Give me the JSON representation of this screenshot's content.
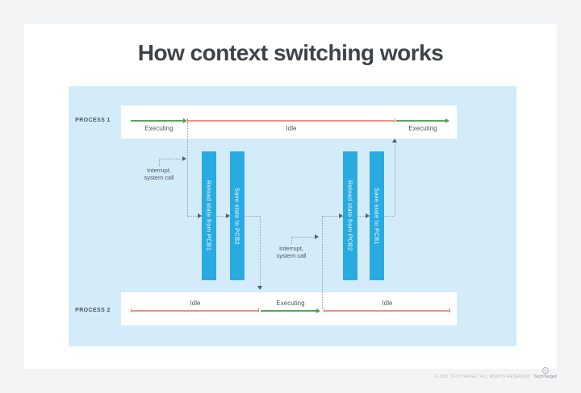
{
  "title": "How context switching works",
  "colors": {
    "bar_blue": "#29abe2",
    "panel_blue": "#d4ecf9",
    "executing_green": "#55a85c",
    "idle_red": "#ee9189"
  },
  "processes": [
    {
      "label": "PROCESS 1",
      "segments": [
        {
          "label": "Executing",
          "state": "executing"
        },
        {
          "label": "Idle",
          "state": "idle"
        },
        {
          "label": "Executing",
          "state": "executing"
        }
      ]
    },
    {
      "label": "PROCESS 2",
      "segments": [
        {
          "label": "Idle",
          "state": "idle"
        },
        {
          "label": "Executing",
          "state": "executing"
        },
        {
          "label": "Idle",
          "state": "idle"
        }
      ]
    }
  ],
  "switches": [
    {
      "interrupt_line1": "Interrupt,",
      "interrupt_line2": "system call",
      "bars": [
        {
          "label": "Reload state from PCB1"
        },
        {
          "label": "Save state to PCB2"
        }
      ]
    },
    {
      "interrupt_line1": "Interrupt,",
      "interrupt_line2": "system call",
      "bars": [
        {
          "label": "Reload state from PCB2"
        },
        {
          "label": "Save state to PCB1"
        }
      ]
    }
  ],
  "footer": {
    "copyright": "© 2021 TECHTARGET, ALL RIGHTS RESERVED",
    "brand": "TechTarget"
  }
}
